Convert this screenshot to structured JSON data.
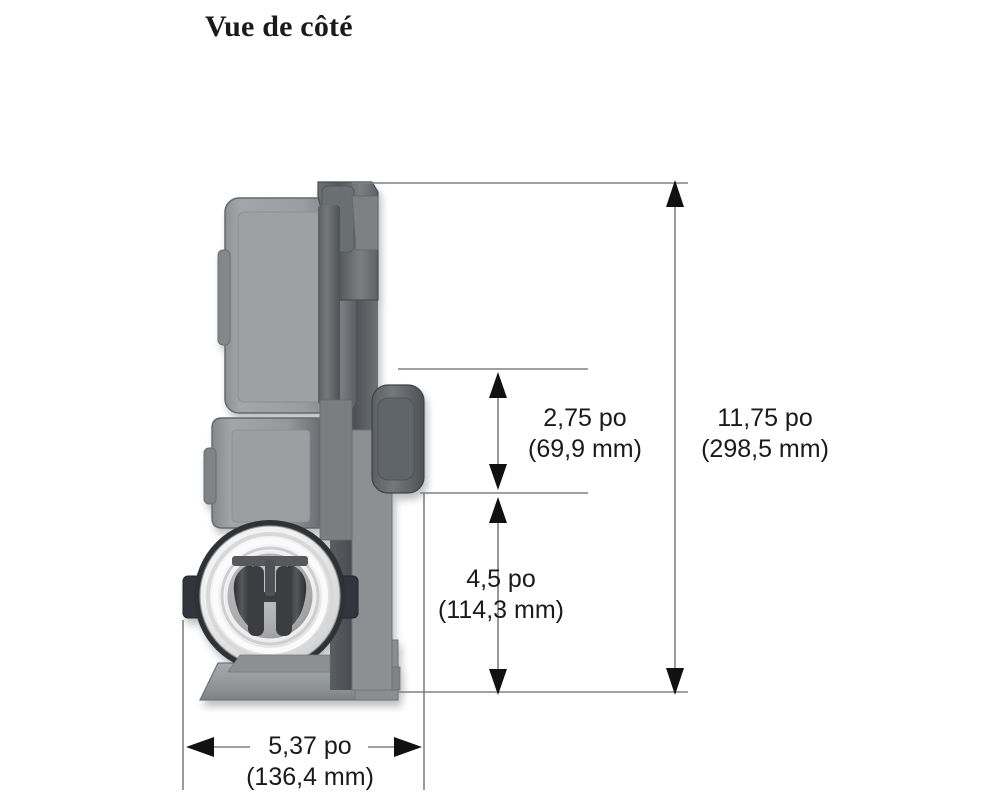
{
  "page": {
    "title": "Vue de côté",
    "background_color": "#ffffff"
  },
  "drawing": {
    "name": "side-view-technical-drawing",
    "subject": "water softener valve assembly side elevation",
    "body_color": "#9a9ea1",
    "body_shadow_color": "#4a4d50",
    "body_light_color": "#b4b8ba",
    "fitting_ring_color": "#f2f2f2",
    "dimension_line_color": "#808080",
    "arrow_color": "#111111",
    "text_color": "#1a1a1a"
  },
  "dimensions": {
    "height_overall": {
      "name": "overall-height-dimension",
      "inches": "11,75 po",
      "millimeters": "(298,5 mm)"
    },
    "height_upper": {
      "name": "upper-section-height-dimension",
      "inches": "2,75 po",
      "millimeters": "(69,9 mm)"
    },
    "height_lower": {
      "name": "lower-section-height-dimension",
      "inches": "4,5 po",
      "millimeters": "(114,3 mm)"
    },
    "width_base": {
      "name": "base-width-dimension",
      "inches": "5,37 po",
      "millimeters": "(136,4 mm)"
    }
  }
}
